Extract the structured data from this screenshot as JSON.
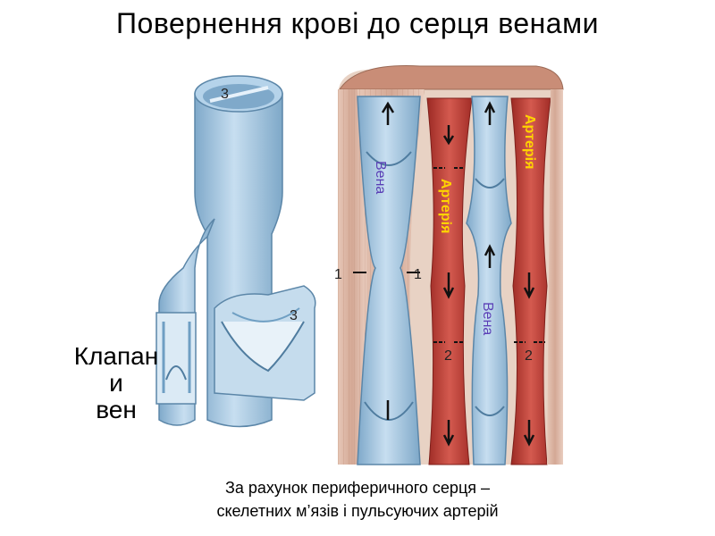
{
  "slide": {
    "title": "Повернення крові до серця венами",
    "side_label_lines": [
      "Клапан",
      "и",
      "вен"
    ],
    "caption_lines": [
      "За рахунок периферичного серця –",
      "скелетних м’язів і пульсуючих артерій"
    ]
  },
  "illustration": {
    "labels": {
      "vein_top": "Вена",
      "artery_middle": "Артерія",
      "artery_right": "Артерія",
      "vein_bottom": "Вена"
    },
    "markers": {
      "valve_top": "3",
      "valve_bottom": "3",
      "muscle_left": "1",
      "muscle_right": "1",
      "artery_mid": "2",
      "artery_right": "2"
    },
    "colors": {
      "vein": "#a9cbe3",
      "vein_dark": "#6f9fc3",
      "artery": "#c2423a",
      "muscle": "#d9b7a6",
      "vein_label": "#5a3fb6",
      "artery_label": "#ffd400"
    }
  }
}
